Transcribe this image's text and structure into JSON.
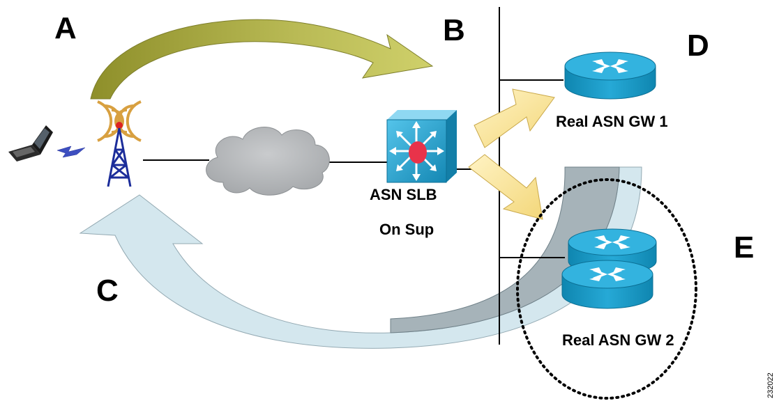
{
  "labels": {
    "a": "A",
    "b": "B",
    "c": "C",
    "d": "D",
    "e": "E"
  },
  "devices": {
    "slb_line1": "ASN SLB",
    "slb_line2": "On Sup",
    "gw1": "Real ASN GW 1",
    "gw2": "Real ASN GW 2"
  },
  "figure_id": "232022",
  "colors": {
    "arrow_a": "#a8a948",
    "arrow_c": "#d2e6ee",
    "arrow_return": "#a9b6bc",
    "arrow_yellow": "#f6e08f",
    "cloud": "#b2b4b6",
    "router": "#1d9ec6",
    "switch": "#2aa2cf",
    "slb_dot": "#e8334a",
    "tower": "#1c2d9a",
    "signal": "#d8a040"
  },
  "icons": {
    "laptop": "laptop-icon",
    "tower": "wireless-tower-icon",
    "cloud": "network-cloud-icon",
    "switch": "multilayer-switch-icon",
    "router": "router-icon"
  }
}
